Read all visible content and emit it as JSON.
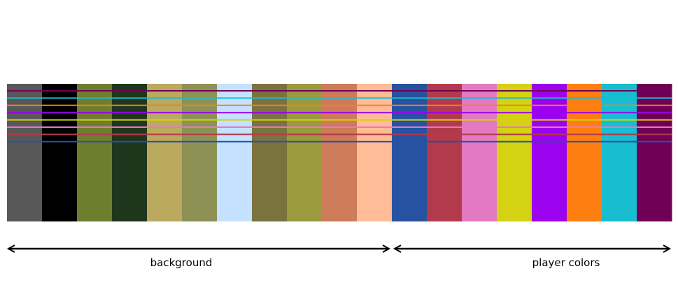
{
  "swatches": [
    {
      "group": "background",
      "color": "#585858"
    },
    {
      "group": "background",
      "color": "#000000"
    },
    {
      "group": "background",
      "color": "#6f7d2e"
    },
    {
      "group": "background",
      "color": "#20361c"
    },
    {
      "group": "background",
      "color": "#bba95f"
    },
    {
      "group": "background",
      "color": "#8d9254"
    },
    {
      "group": "background",
      "color": "#c4e2ff"
    },
    {
      "group": "background",
      "color": "#7a733f"
    },
    {
      "group": "background",
      "color": "#9b9a3d"
    },
    {
      "group": "background",
      "color": "#cd7b59"
    },
    {
      "group": "background",
      "color": "#ffbc96"
    },
    {
      "group": "player",
      "color": "#2752a1"
    },
    {
      "group": "player",
      "color": "#b23b4b"
    },
    {
      "group": "player",
      "color": "#e479c3"
    },
    {
      "group": "player",
      "color": "#d4d212"
    },
    {
      "group": "player",
      "color": "#9b02ee"
    },
    {
      "group": "player",
      "color": "#ff7e12"
    },
    {
      "group": "player",
      "color": "#18bdd0"
    },
    {
      "group": "player",
      "color": "#700055"
    }
  ],
  "player_lines": [
    "#700055",
    "#18bdd0",
    "#ff7e12",
    "#9b02ee",
    "#d4d212",
    "#e479c3",
    "#b23b4b",
    "#2752a1"
  ],
  "labels": {
    "background": "background",
    "player": "player colors"
  }
}
